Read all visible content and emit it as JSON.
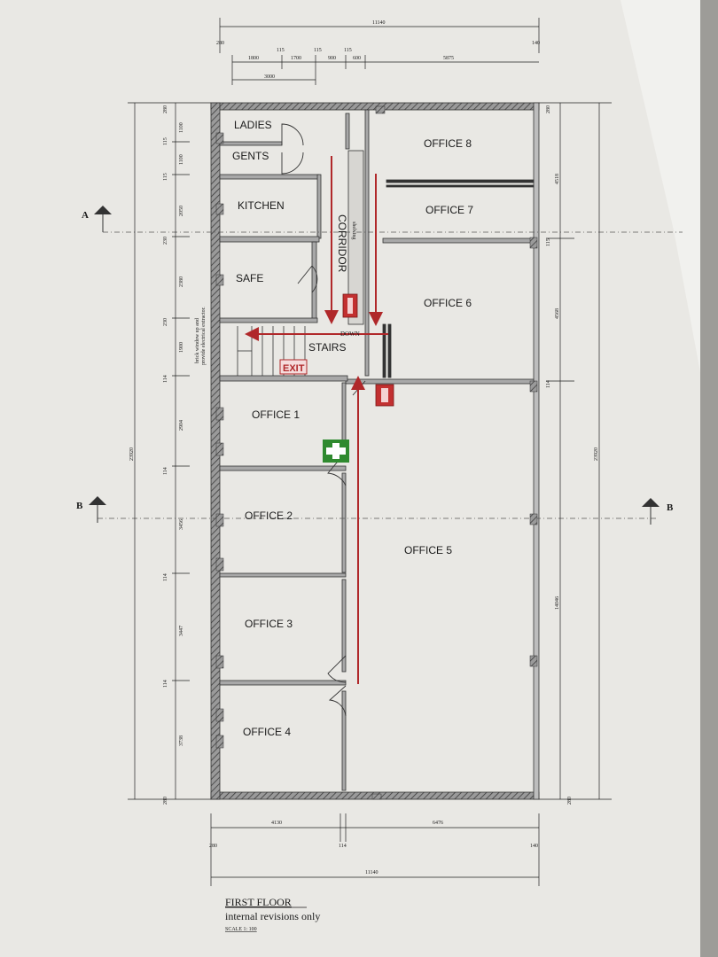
{
  "rooms": {
    "ladies": "LADIES",
    "gents": "GENTS",
    "kitchen": "KITCHEN",
    "safe": "SAFE",
    "corridor": "CORRIDOR",
    "stairs": "STAIRS",
    "office1": "OFFICE 1",
    "office2": "OFFICE 2",
    "office3": "OFFICE 3",
    "office4": "OFFICE 4",
    "office5": "OFFICE 5",
    "office6": "OFFICE 6",
    "office7": "OFFICE 7",
    "office8": "OFFICE 8"
  },
  "annotations": {
    "exit": "EXIT",
    "down": "DOWN",
    "shelving": "shelving",
    "window_note_1": "brick window up and",
    "window_note_2": "provide electrical extractor.",
    "section_a": "A",
    "section_b": "B"
  },
  "dimensions": {
    "top_overall": "11140",
    "top_left_end": "280",
    "top_right_end": "140",
    "top_row": [
      "1800",
      "115",
      "1700",
      "115",
      "900",
      "115",
      "600",
      "5875"
    ],
    "top_sub": "3000",
    "left_outer": "23920",
    "left_chain": [
      "280",
      "1100",
      "115",
      "1100",
      "115",
      "2050",
      "230",
      "2380",
      "230",
      "1900",
      "114",
      "2904",
      "114",
      "3456",
      "114",
      "3447",
      "114",
      "3738",
      "280"
    ],
    "right_outer": "23920",
    "right_chain": [
      "280",
      "4518",
      "115",
      "4568",
      "114",
      "14046",
      "280"
    ],
    "bottom_left": "4130",
    "bottom_right": "6476",
    "bottom_end_left": "280",
    "bottom_mid": "114",
    "bottom_end_right": "140",
    "bottom_overall": "11140"
  },
  "title_block": {
    "title": "FIRST FLOOR",
    "subtitle": "internal revisions only",
    "scale": "SCALE 1: 100"
  },
  "colors": {
    "wall": "#4a4a4a",
    "arrow": "#b0282a",
    "first_aid": "#2f8a2f",
    "paper": "#ecebe7"
  }
}
